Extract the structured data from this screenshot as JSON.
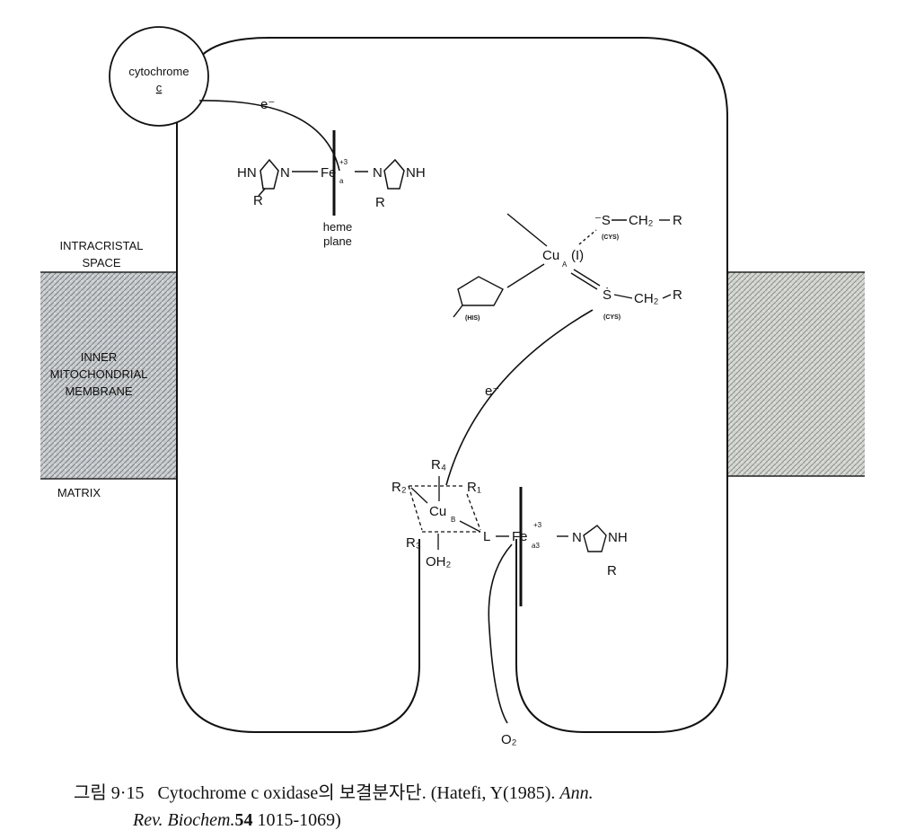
{
  "labels": {
    "cytochrome": "cytochrome",
    "cytochrome_c": "c",
    "electron1": "e⁻",
    "electron2": "e⁻",
    "heme_plane_1": "heme",
    "heme_plane_2": "plane",
    "intracristal_1": "INTRACRISTAL",
    "intracristal_2": "SPACE",
    "membrane_1": "INNER",
    "membrane_2": "MITOCHONDRIAL",
    "membrane_3": "MEMBRANE",
    "matrix": "MATRIX",
    "o2": "O₂"
  },
  "chem": {
    "heme_a_fe": "Fe",
    "heme_a_fe_sub": "a",
    "heme_a_charge": "+3",
    "hn": "HN",
    "n": "N",
    "nh": "NH",
    "r": "R",
    "cua": "Cu",
    "cua_sub": "A",
    "cua_ox": "(I)",
    "s_minus": "⁻S",
    "s_dot": "Ṡ",
    "ch2": "CH₂",
    "cys": "(CYS)",
    "his": "(HIS)",
    "cub": "Cu",
    "cub_sub": "B",
    "r1": "R₁",
    "r2": "R₂",
    "r3": "R₃",
    "r4": "R₄",
    "l": "L",
    "oh2": "OH₂",
    "fe_a3": "Fe",
    "fe_a3_sub": "a3",
    "fe_a3_charge": "+3"
  },
  "caption": {
    "figure": "그림 9·15",
    "title": "Cytochrome c oxidase의 보결분자단.",
    "ref": "(Hatefi, Y(1985).",
    "journal1": "Ann.",
    "journal2": "Rev. Biochem.",
    "volume": "54",
    "pages": "1015-1069)"
  }
}
